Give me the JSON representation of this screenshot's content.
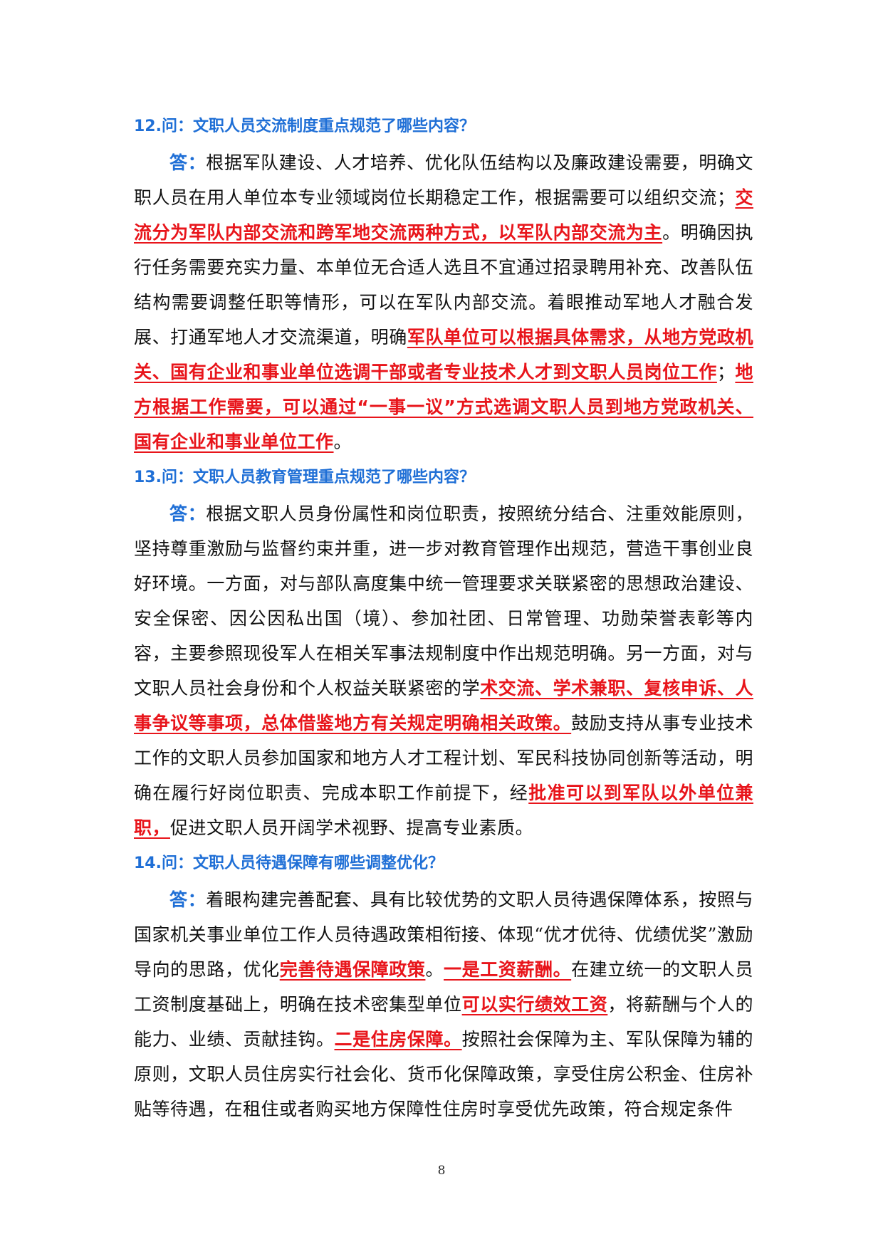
{
  "sections": [
    {
      "question": "12.问：文职人员交流制度重点规范了哪些内容？",
      "answer_label": "答：",
      "p1": "根据军队建设、人才培养、优化队伍结构以及廉政建设需要，明确文职人员在用人单位本专业领域岗位长期稳定工作，根据需要可以组织交流；",
      "h1": "交流分为军队内部交流和跨军地交流两种方式，以军队内部交流为主",
      "p2": "。明确因执行任务需要充实力量、本单位无合适人选且不宜通过招录聘用补充、改善队伍结构需要调整任职等情形，可以在军队内部交流。着眼推动军地人才融合发展、打通军地人才交流渠道，明确",
      "h2": "军队单位可以根据具体需求，从地方党政机关、国有企业和事业单位选调干部或者专业技术人才到文职人员岗位工作",
      "p3": "；",
      "h3": "地方根据工作需要，可以通过“一事一议”方式选调文职人员到地方党政机关、国有企业和事业单位工作",
      "p4": "。"
    },
    {
      "question": "13.问：文职人员教育管理重点规范了哪些内容？",
      "answer_label": "答：",
      "p1": "根据文职人员身份属性和岗位职责，按照统分结合、注重效能原则，坚持尊重激励与监督约束并重，进一步对教育管理作出规范，营造干事创业良好环境。一方面，对与部队高度集中统一管理要求关联紧密的思想政治建设、安全保密、因公因私出国（境）、参加社团、日常管理、功勋荣誉表彰等内容，主要参照现役军人在相关军事法规制度中作出规范明确。另一方面，对与文职人员社会身份和个人权益关联紧密的学",
      "h1": "术交流、学术兼职、复核申诉、人事争议等事项，总体借鉴地方有关规定明确相关政策。",
      "p2": "鼓励支持从事专业技术工作的文职人员参加国家和地方人才工程计划、军民科技协同创新等活动，明确在履行好岗位职责、完成本职工作前提下，经",
      "h2": "批准可以到军队以外单位兼职，",
      "p3": "促进文职人员开阔学术视野、提高专业素质。"
    },
    {
      "question": "14.问：文职人员待遇保障有哪些调整优化？",
      "answer_label": "答：",
      "p1": "着眼构建完善配套、具有比较优势的文职人员待遇保障体系，按照与国家机关事业单位工作人员待遇政策相衔接、体现“优才优待、优绩优奖”激励导向的思路，优化",
      "h1": "完善待遇保障政策",
      "p2": "。",
      "h2": "一是工资薪酬。",
      "p3": "在建立统一的文职人员工资制度基础上，明确在技术密集型单位",
      "h3": "可以实行绩效工资",
      "p4": "，将薪酬与个人的能力、业绩、贡献挂钩。",
      "h4": "二是住房保障。",
      "p5": "按照社会保障为主、军队保障为辅的原则，文职人员住房实行社会化、货币化保障政策，享受住房公积金、住房补贴等待遇，在租住或者购买地方保障性住房时享受优先政策，符合规定条件"
    }
  ],
  "page_number": "8",
  "colors": {
    "question": "#1f6fd6",
    "highlight": "#e8151b",
    "text": "#111111"
  }
}
